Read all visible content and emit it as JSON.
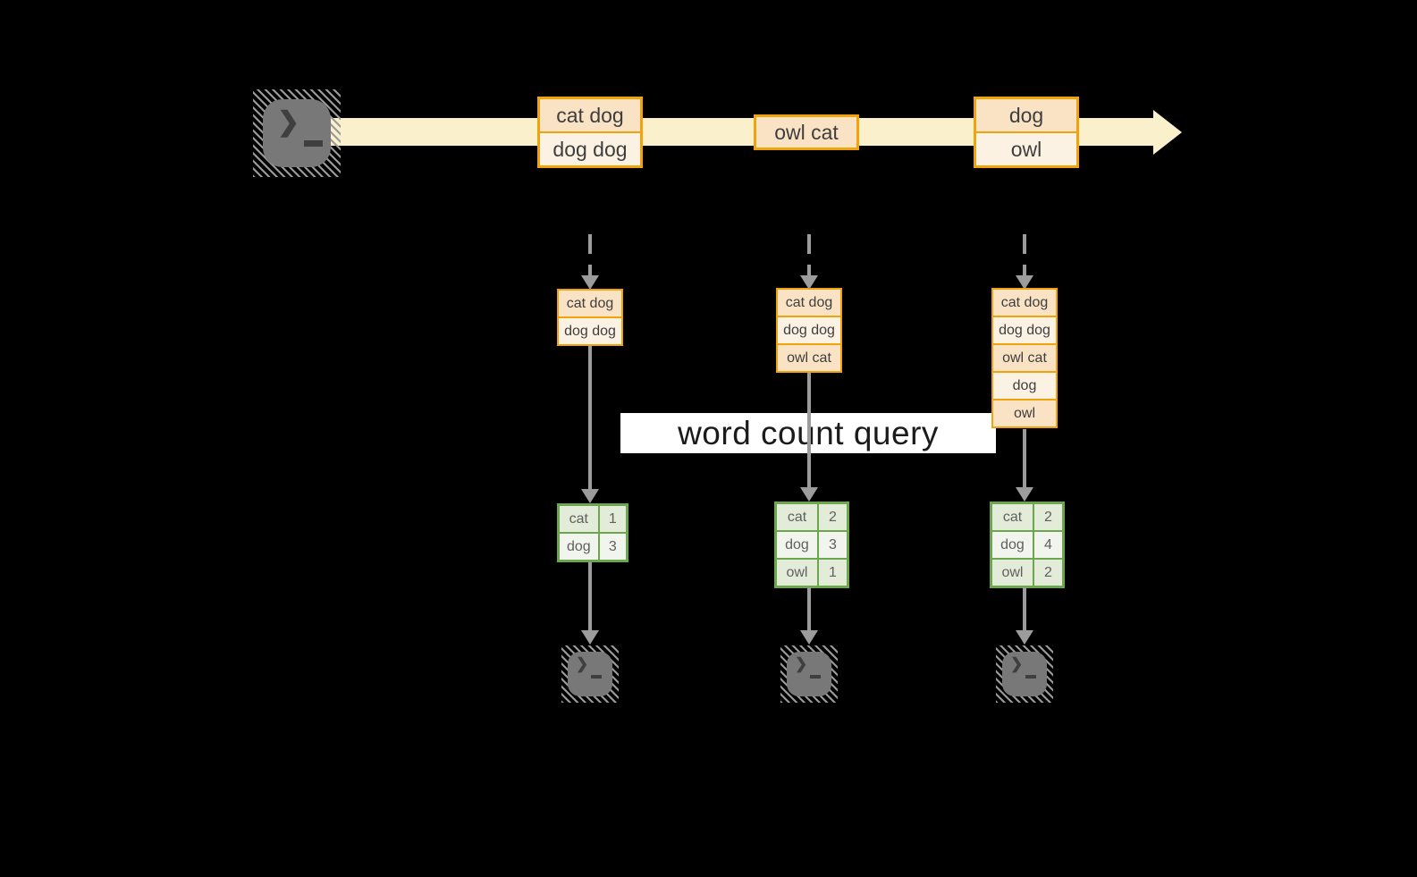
{
  "query_label": "word count query",
  "stream_batches": [
    {
      "lines": [
        "cat dog",
        "dog dog"
      ]
    },
    {
      "lines": [
        "owl cat"
      ]
    },
    {
      "lines": [
        "dog",
        "owl"
      ]
    }
  ],
  "state_buffers": [
    {
      "lines": [
        "cat dog",
        "dog dog"
      ]
    },
    {
      "lines": [
        "cat dog",
        "dog dog",
        "owl cat"
      ]
    },
    {
      "lines": [
        "cat dog",
        "dog dog",
        "owl cat",
        "dog",
        "owl"
      ]
    }
  ],
  "count_tables": [
    {
      "rows": [
        {
          "word": "cat",
          "count": "1"
        },
        {
          "word": "dog",
          "count": "3"
        }
      ]
    },
    {
      "rows": [
        {
          "word": "cat",
          "count": "2"
        },
        {
          "word": "dog",
          "count": "3"
        },
        {
          "word": "owl",
          "count": "1"
        }
      ]
    },
    {
      "rows": [
        {
          "word": "cat",
          "count": "2"
        },
        {
          "word": "dog",
          "count": "4"
        },
        {
          "word": "owl",
          "count": "2"
        }
      ]
    }
  ],
  "icons": {
    "terminal_prompt_chevron": "❯"
  },
  "colors": {
    "stream": "#FAF0CC",
    "box_border": "#F0A30A",
    "box_fill_dark": "#FAE3C5",
    "box_fill_light": "#FCF2E3",
    "table_border": "#6CA74D",
    "table_fill_dark": "#E2ECD8",
    "table_fill_light": "#F1F5ED",
    "arrow": "#9C9C9C",
    "terminal": "#787878"
  }
}
